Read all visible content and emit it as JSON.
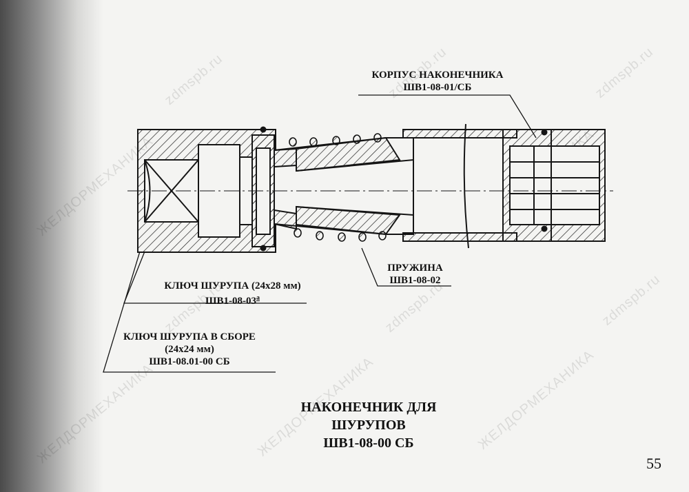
{
  "labels": {
    "korpus_name": "КОРПУС НАКОНЕЧНИКА",
    "korpus_code": "ШВ1-08-01/СБ",
    "spring_name": "ПРУЖИНА",
    "spring_code": "ШВ1-08-02",
    "key_name": "КЛЮЧ ШУРУПА (24х28 мм)",
    "key_code": "ШВ1-08-03",
    "key_code_sup": "а",
    "key_asm_name": "КЛЮЧ ШУРУПА В СБОРЕ",
    "key_asm_size": "(24х24 мм)",
    "key_asm_code": "ШВ1-08.01-00 СБ"
  },
  "title": {
    "line1": "НАКОНЕЧНИК ДЛЯ",
    "line2": "ШУРУПОВ",
    "line3": "ШВ1-08-00 СБ"
  },
  "page_number": "55",
  "watermarks": {
    "site": "zdmspb.ru",
    "company": "ЖЕЛДОРМЕХАНИКА"
  }
}
